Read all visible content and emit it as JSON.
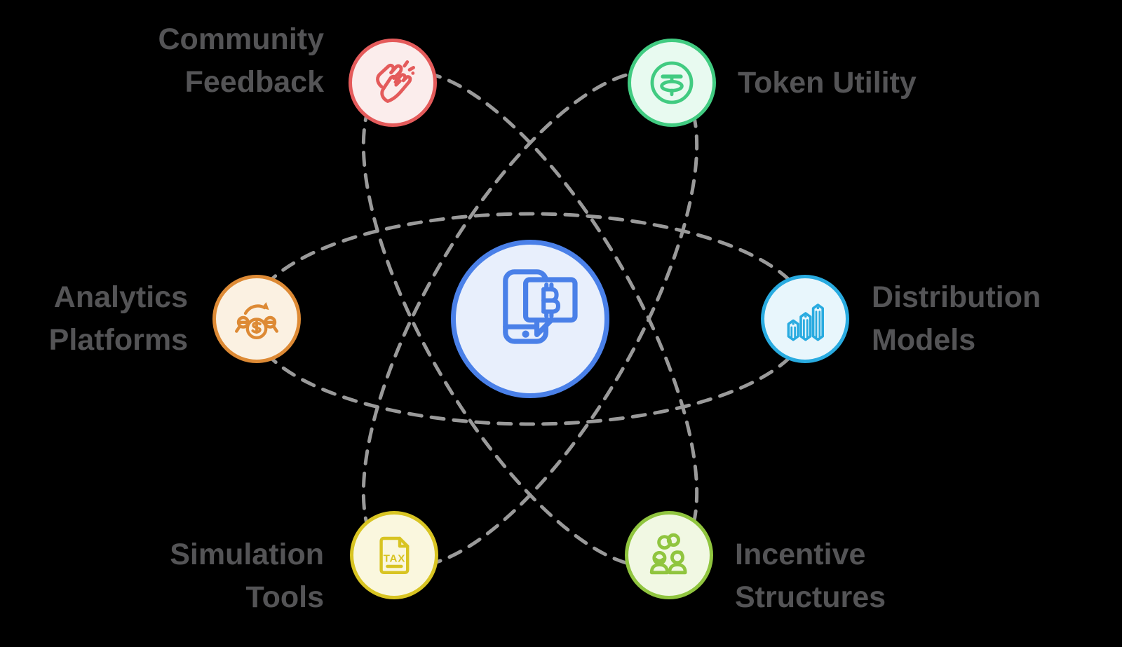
{
  "page": {
    "background": "#000000"
  },
  "diagram": {
    "title": "Token ecosystem diagram",
    "orbit": {
      "color": "#9A9A9A",
      "style": "dashed"
    },
    "label_color": "#545456",
    "center": {
      "icon": "phone-bitcoin-chat-icon",
      "accent": "#4A80E8",
      "fill": "#E8EFFC"
    },
    "nodes": [
      {
        "id": "community-feedback",
        "label": "Community Feedback",
        "label_lines": [
          "Community",
          "Feedback"
        ],
        "icon": "clapping-hands-icon",
        "accent": "#E45B5B",
        "fill": "#FBEDEC"
      },
      {
        "id": "token-utility",
        "label": "Token Utility",
        "label_lines": [
          "Token Utility"
        ],
        "icon": "token-coin-icon",
        "accent": "#41CB81",
        "fill": "#E8FAF0"
      },
      {
        "id": "analytics-platforms",
        "label": "Analytics Platforms",
        "label_lines": [
          "Analytics",
          "Platforms"
        ],
        "icon": "currency-exchange-icon",
        "accent": "#DD8A35",
        "fill": "#FBF1E2"
      },
      {
        "id": "distribution-models",
        "label": "Distribution Models",
        "label_lines": [
          "Distribution",
          "Models"
        ],
        "icon": "bar-chart-3d-icon",
        "accent": "#29ABE0",
        "fill": "#E8F6FC"
      },
      {
        "id": "simulation-tools",
        "label": "Simulation Tools",
        "label_lines": [
          "Simulation",
          "Tools"
        ],
        "icon": "tax-document-icon",
        "accent": "#D8C422",
        "fill": "#FAF7DE",
        "icon_text": "TAX"
      },
      {
        "id": "incentive-structures",
        "label": "Incentive Structures",
        "label_lines": [
          "Incentive",
          "Structures"
        ],
        "icon": "team-partnership-icon",
        "accent": "#90C53F",
        "fill": "#F1F8E3"
      }
    ]
  }
}
